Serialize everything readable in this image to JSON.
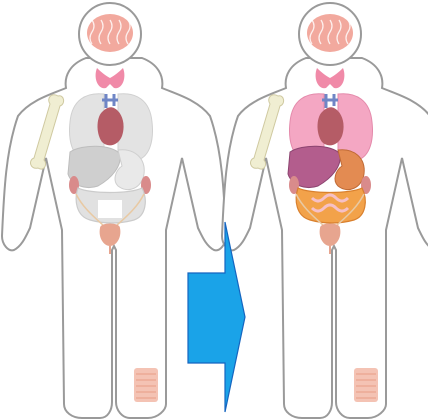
{
  "figures": [
    {
      "id": "before",
      "state": "grayscale",
      "colors": {
        "outline": "#9a9a9a",
        "brain": "#f2a99e",
        "thyroid": "#f08aa8",
        "lung": "#e3e3e3",
        "heart": "#b55c66",
        "vessels": "#6f86c6",
        "liver": "#cfcfcf",
        "stomach": "#e9e9e9",
        "intestine": "#e1e1e1",
        "kidney": "#d98b8b",
        "bladder": "#e7a58f",
        "bone": "#f0eed2",
        "skin": "#f4c3b4"
      }
    },
    {
      "id": "after",
      "state": "colored",
      "colors": {
        "outline": "#9a9a9a",
        "brain": "#f2a99e",
        "thyroid": "#f08aa8",
        "lung": "#f4a7c3",
        "heart": "#b55c66",
        "vessels": "#6f86c6",
        "liver": "#b35d8d",
        "stomach": "#e38b52",
        "intestine": "#f2a24a",
        "kidney": "#d98b8b",
        "bladder": "#e7a58f",
        "bone": "#f0eed2",
        "skin": "#f4c3b4"
      }
    }
  ],
  "arrow": {
    "direction": "right",
    "fill": "#1aa3e8",
    "stroke": "#1565c0"
  }
}
